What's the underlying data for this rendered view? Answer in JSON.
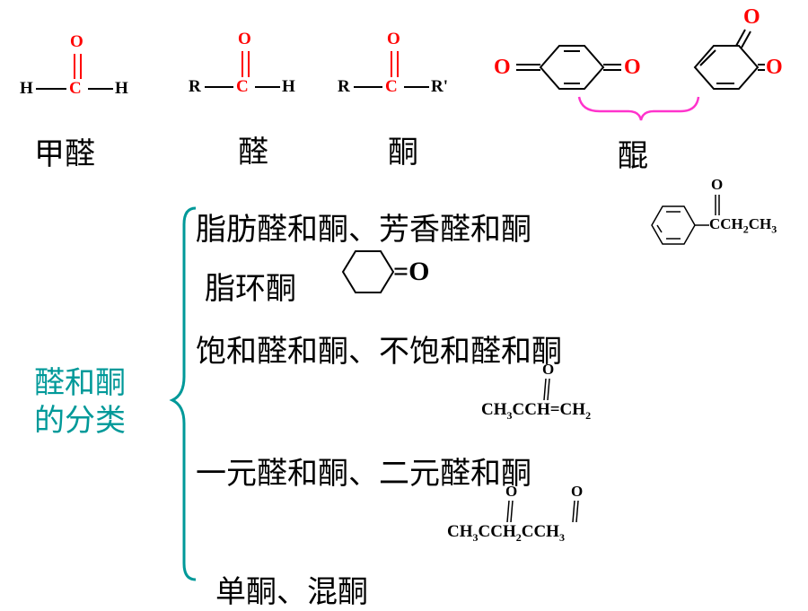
{
  "top_structures": {
    "formaldehyde": {
      "name": "甲醛",
      "o": "O",
      "c": "C",
      "h_left": "H",
      "h_right": "H"
    },
    "aldehyde": {
      "name": "醛",
      "o": "O",
      "c": "C",
      "r": "R",
      "h": "H"
    },
    "ketone": {
      "name": "酮",
      "o": "O",
      "c": "C",
      "r": "R",
      "r2": "R'"
    },
    "quinone": {
      "name": "醌",
      "o_left": "O",
      "o_right": "O",
      "o_ortho_top": "O",
      "o_ortho_right": "O"
    }
  },
  "classification": {
    "label_line1": "醛和酮",
    "label_line2": "的分类",
    "items": [
      {
        "text": "脂肪醛和酮、芳香醛和酮",
        "example_o": "O",
        "example_suffix_1": "CCH",
        "example_suffix_2": "CH",
        "example_sub_a": "2",
        "example_sub_b": "3"
      },
      {
        "text": "脂环酮",
        "example_o": "=O"
      },
      {
        "text": "饱和醛和酮、不饱和醛和酮",
        "example_o": "O",
        "ex_a": "CH",
        "ex_sub1": "3",
        "ex_b": "CCH=CH",
        "ex_sub2": "2"
      },
      {
        "text": "一元醛和酮、二元醛和酮",
        "example_o1": "O",
        "example_o2": "O",
        "ex_a": "CH",
        "ex_sub1": "3",
        "ex_b": "CCH",
        "ex_sub2": "2",
        "ex_c": "CCH",
        "ex_sub3": "3"
      },
      {
        "text": "单酮、混酮"
      }
    ]
  },
  "colors": {
    "red": "#ff0000",
    "teal": "#009999",
    "magenta": "#ff33cc",
    "black": "#000000"
  }
}
